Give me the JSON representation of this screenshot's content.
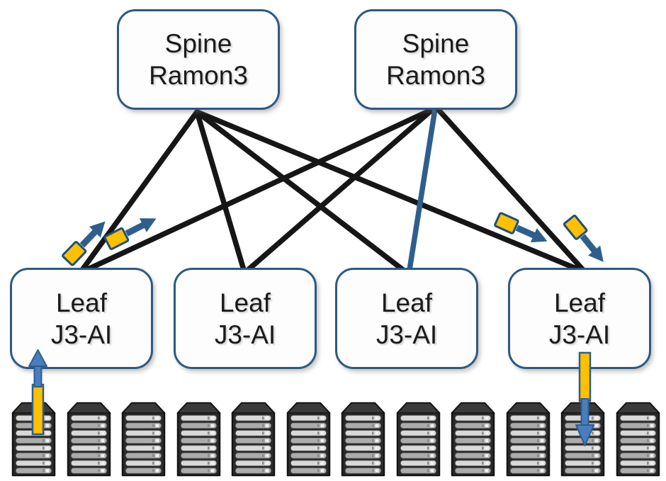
{
  "diagram": {
    "type": "network-topology",
    "description": "Spine-leaf fabric: two spines, four leaves, twelve servers"
  },
  "nodes": {
    "spines": [
      {
        "id": "spine-1",
        "line1": "Spine",
        "line2": "Ramon3"
      },
      {
        "id": "spine-2",
        "line1": "Spine",
        "line2": "Ramon3"
      }
    ],
    "leaves": [
      {
        "id": "leaf-1",
        "line1": "Leaf",
        "line2": "J3-AI"
      },
      {
        "id": "leaf-2",
        "line1": "Leaf",
        "line2": "J3-AI"
      },
      {
        "id": "leaf-3",
        "line1": "Leaf",
        "line2": "J3-AI"
      },
      {
        "id": "leaf-4",
        "line1": "Leaf",
        "line2": "J3-AI"
      }
    ]
  },
  "links": [
    {
      "from": "spine-1",
      "to": "leaf-1",
      "style": "black"
    },
    {
      "from": "spine-1",
      "to": "leaf-2",
      "style": "black"
    },
    {
      "from": "spine-1",
      "to": "leaf-3",
      "style": "black"
    },
    {
      "from": "spine-1",
      "to": "leaf-4",
      "style": "black"
    },
    {
      "from": "spine-2",
      "to": "leaf-1",
      "style": "black"
    },
    {
      "from": "spine-2",
      "to": "leaf-2",
      "style": "black"
    },
    {
      "from": "spine-2",
      "to": "leaf-3",
      "style": "blue"
    },
    {
      "from": "spine-2",
      "to": "leaf-4",
      "style": "black"
    }
  ],
  "flows": [
    {
      "id": "uplink-server-1-to-leaf-1",
      "kind": "yellow-bar-with-up-arrow"
    },
    {
      "id": "packet-leaf-1-to-spine-1",
      "kind": "packet-with-arrow-up-right"
    },
    {
      "id": "packet-leaf-1-to-spine-2",
      "kind": "packet-with-arrow-up-right"
    },
    {
      "id": "packet-spine-1-to-leaf-4",
      "kind": "packet-with-arrow-down-right"
    },
    {
      "id": "packet-spine-2-to-leaf-4",
      "kind": "packet-with-arrow-down-right"
    },
    {
      "id": "downlink-leaf-4-to-server-11",
      "kind": "yellow-bar-with-down-arrow"
    }
  ],
  "servers": {
    "count": 12
  },
  "colors": {
    "background": "#FFFFFF",
    "text": "#1A1A1A",
    "box_border": "#2D5A80",
    "link_black": "#161616",
    "link_blue": "#2E5F8C",
    "packet_yellow": "#FFC000",
    "packet_border": "#1F4E79",
    "arrow_blue": "#4A7CC0",
    "arrow_border": "#2E5F8C",
    "server_body": "#2B2B2B",
    "server_bar_light": "#D9D9D9",
    "server_bar_dark": "#ABABAB"
  }
}
